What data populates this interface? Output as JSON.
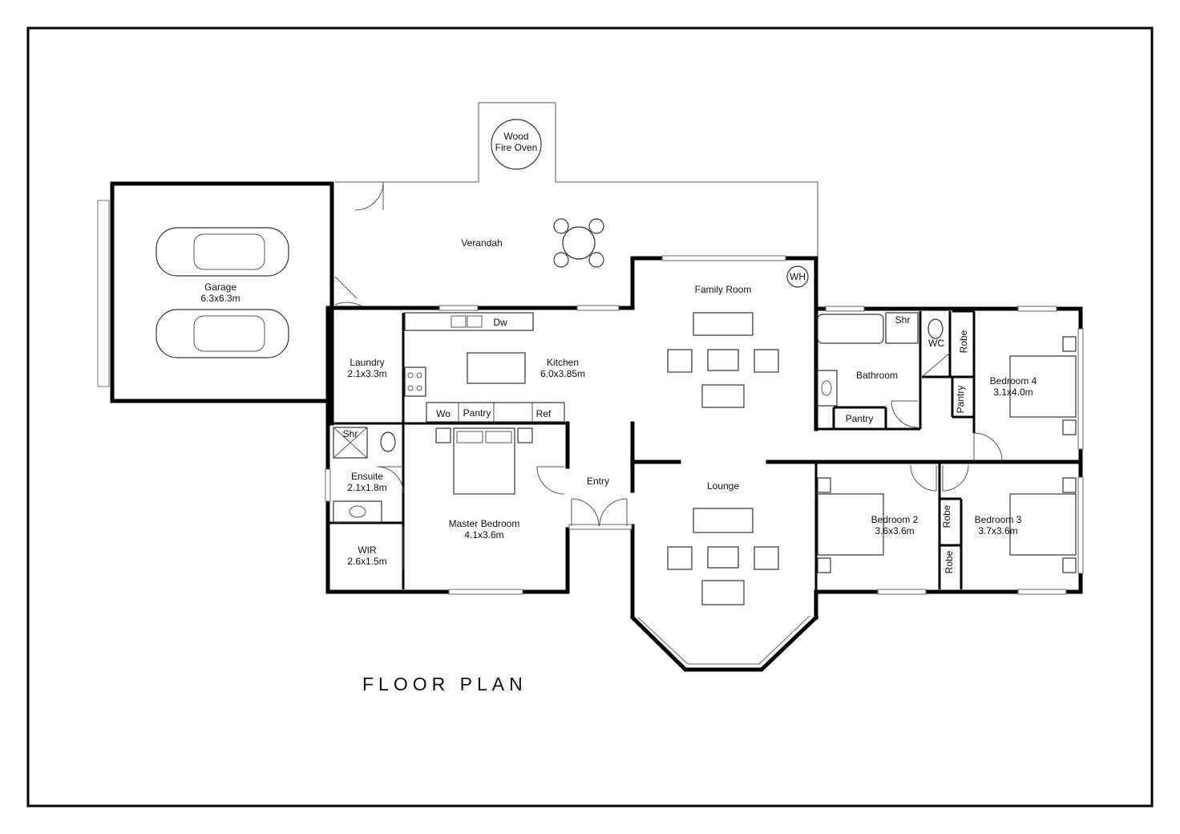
{
  "title": "FLOOR PLAN",
  "rooms": {
    "wood_fire_oven": {
      "line1": "Wood",
      "line2": "Fire Oven"
    },
    "verandah": {
      "name": "Verandah"
    },
    "garage": {
      "name": "Garage",
      "size": "6.3x6.3m"
    },
    "family_room": {
      "name": "Family Room"
    },
    "wh": {
      "name": "WH"
    },
    "laundry": {
      "name": "Laundry",
      "size": "2.1x3.3m"
    },
    "kitchen": {
      "name": "Kitchen",
      "size": "6.0x3.85m"
    },
    "dw": {
      "name": "Dw"
    },
    "wo": {
      "name": "Wo"
    },
    "kitchen_pantry": {
      "name": "Pantry"
    },
    "ref": {
      "name": "Ref"
    },
    "ensuite_shr": {
      "name": "Shr"
    },
    "ensuite": {
      "name": "Ensuite",
      "size": "2.1x1.8m"
    },
    "wir": {
      "name": "WIR",
      "size": "2.6x1.5m"
    },
    "master_bedroom": {
      "name": "Master Bedroom",
      "size": "4.1x3.6m"
    },
    "entry": {
      "name": "Entry"
    },
    "lounge": {
      "name": "Lounge"
    },
    "bathroom_shr": {
      "name": "Shr"
    },
    "wc": {
      "name": "WC"
    },
    "bathroom": {
      "name": "Bathroom"
    },
    "bathroom_pantry": {
      "name": "Pantry"
    },
    "robe_bed4": {
      "name": "Robe"
    },
    "hall_pantry": {
      "name": "Pantry"
    },
    "bedroom4": {
      "name": "Bedroom 4",
      "size": "3.1x4.0m"
    },
    "bedroom2": {
      "name": "Bedroom 2",
      "size": "3.6x3.6m"
    },
    "robe_bed2": {
      "name": "Robe"
    },
    "robe_bed3": {
      "name": "Robe"
    },
    "bedroom3": {
      "name": "Bedroom 3",
      "size": "3.7x3.6m"
    }
  }
}
